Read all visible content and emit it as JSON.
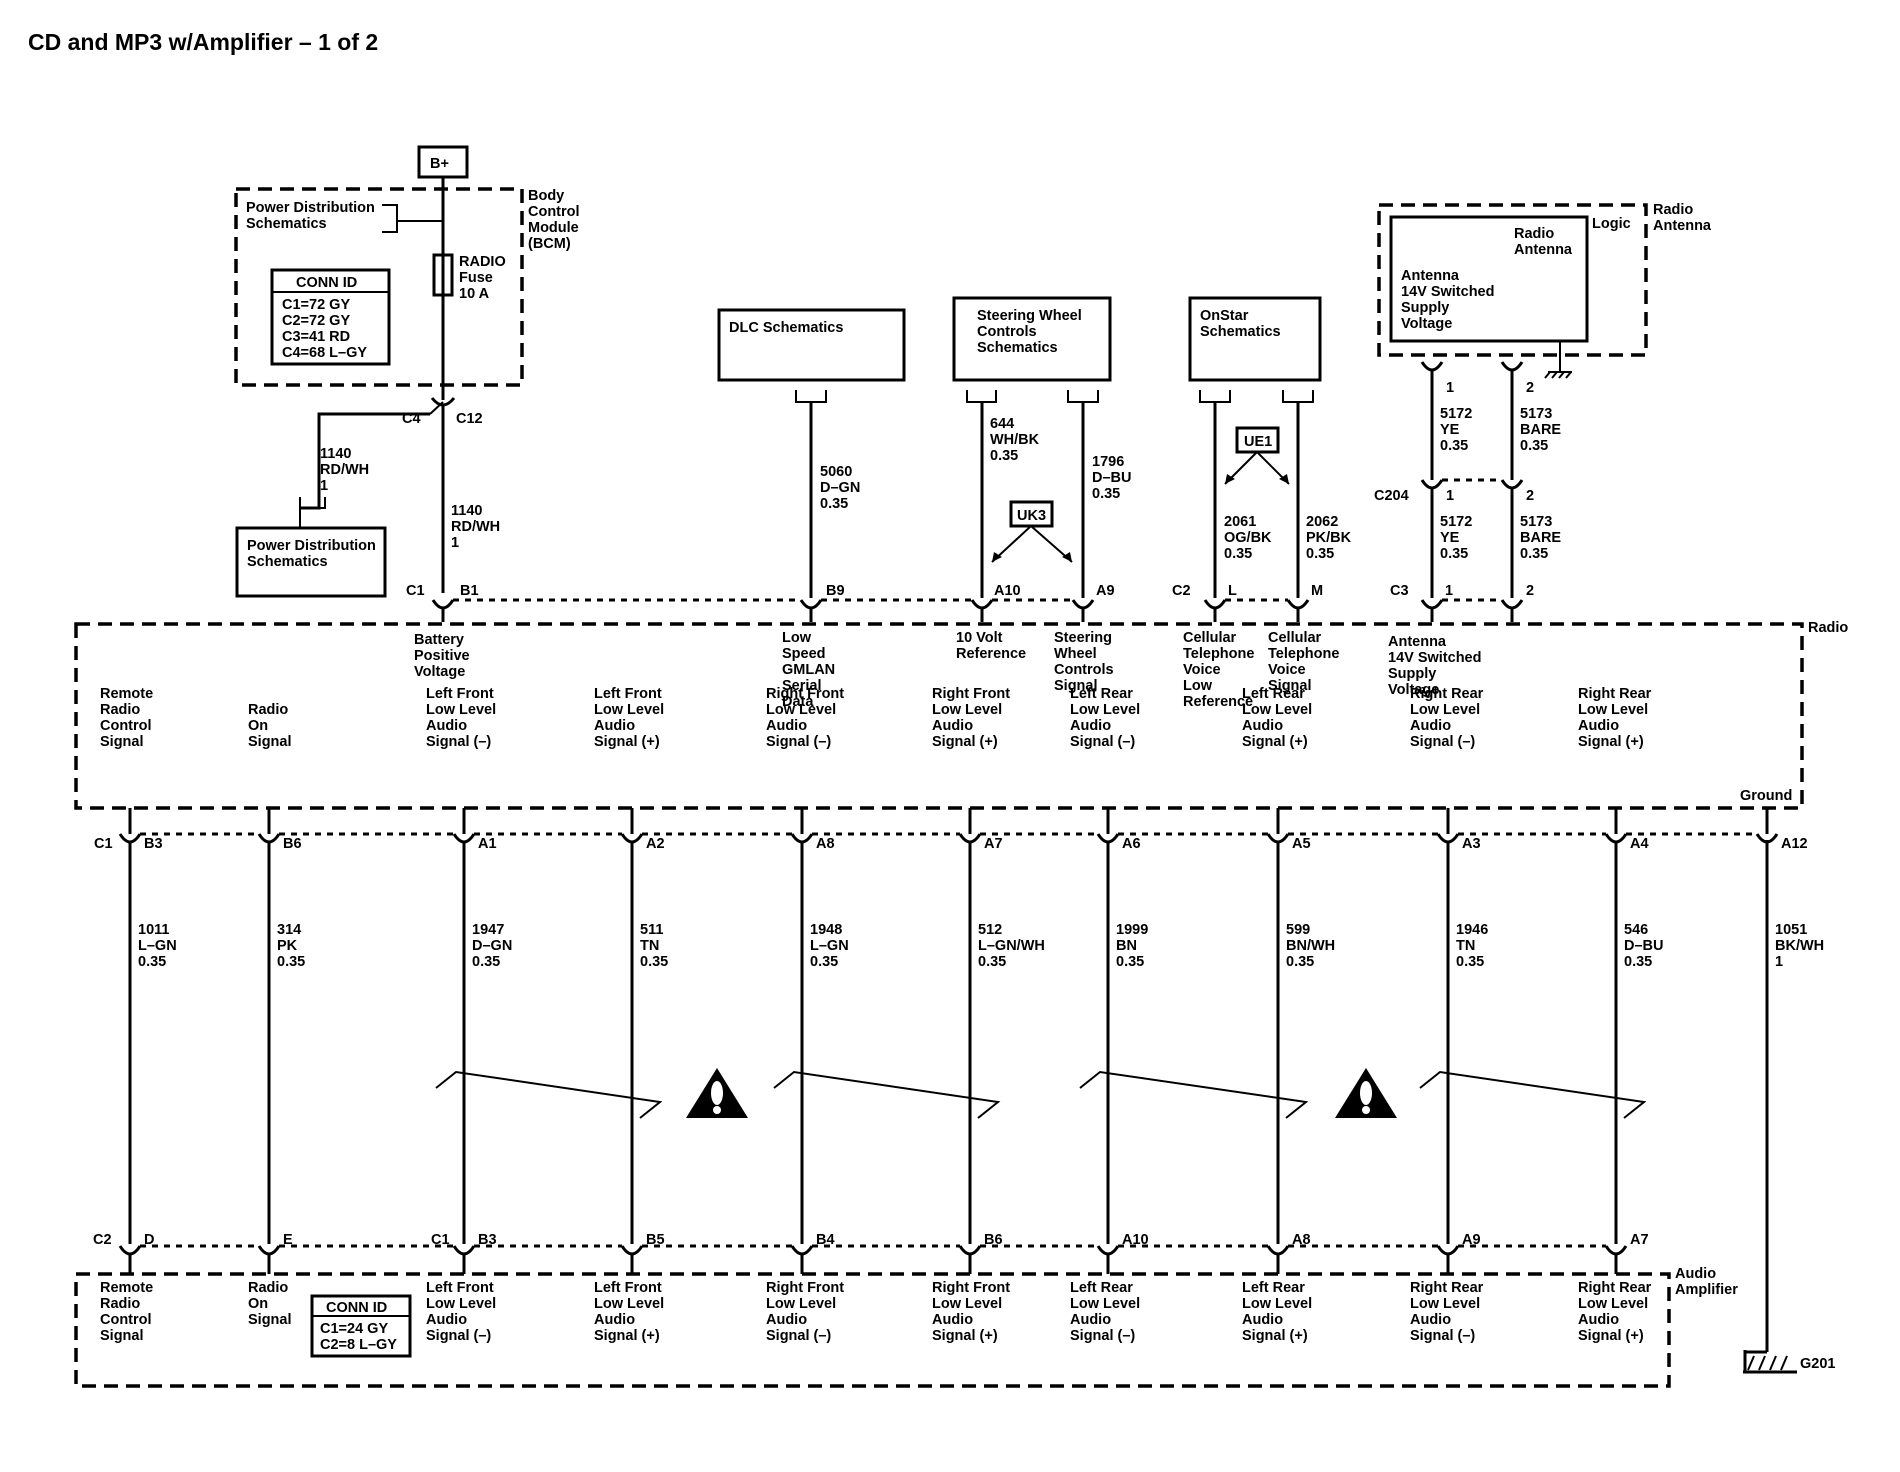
{
  "title": "CD and MP3 w/Amplifier – 1 of 2",
  "bplus": "B+",
  "bcm": {
    "power_dist": [
      "Power Distribution",
      "Schematics"
    ],
    "module": [
      "Body",
      "Control",
      "Module",
      "(BCM)"
    ],
    "fuse": [
      "RADIO",
      "Fuse",
      "10 A"
    ],
    "conn_id": {
      "header": "CONN ID",
      "rows": [
        "C1=72 GY",
        "C2=72 GY",
        "C3=41 RD",
        "C4=68 L–GY"
      ]
    },
    "pins": {
      "left": "C4",
      "right": "C12"
    }
  },
  "power_dist_box": [
    "Power Distribution",
    "Schematics"
  ],
  "b_plus_branch_wire": [
    "1140",
    "RD/WH",
    "1"
  ],
  "b_plus_main_wire": [
    "1140",
    "RD/WH",
    "1"
  ],
  "dlc": {
    "box": "DLC Schematics",
    "wire": [
      "5060",
      "D–GN",
      "0.35"
    ]
  },
  "swc": {
    "box": [
      "Steering Wheel",
      "Controls",
      "Schematics"
    ],
    "wire_left": [
      "644",
      "WH/BK",
      "0.35"
    ],
    "wire_right": [
      "1796",
      "D–BU",
      "0.35"
    ],
    "option": "UK3"
  },
  "onstar": {
    "box": [
      "OnStar",
      "Schematics"
    ],
    "wire_left": [
      "2061",
      "OG/BK",
      "0.35"
    ],
    "wire_right": [
      "2062",
      "PK/BK",
      "0.35"
    ],
    "option": "UE1"
  },
  "antenna": {
    "outer": [
      "Radio",
      "Antenna"
    ],
    "logic": "Logic",
    "inner_title": [
      "Radio",
      "Antenna"
    ],
    "inner_signal": [
      "Antenna",
      "14V Switched",
      "Supply",
      "Voltage"
    ],
    "pins_top": [
      "1",
      "2"
    ],
    "wire1": [
      "5172",
      "YE",
      "0.35"
    ],
    "wire2": [
      "5173",
      "BARE",
      "0.35"
    ],
    "c204": "C204",
    "c204_pins": [
      "1",
      "2"
    ],
    "wire1b": [
      "5172",
      "YE",
      "0.35"
    ],
    "wire2b": [
      "5173",
      "BARE",
      "0.35"
    ]
  },
  "radio": {
    "label": "Radio",
    "top_pins": {
      "c1": "C1",
      "b1": "B1",
      "b9": "B9",
      "a10": "A10",
      "a9": "A9",
      "c2": "C2",
      "l": "L",
      "m": "M",
      "c3": "C3",
      "p1": "1",
      "p2": "2"
    },
    "top_signals": {
      "battery": [
        "Battery",
        "Positive",
        "Voltage"
      ],
      "gmlan": [
        "Low",
        "Speed",
        "GMLAN",
        "Serial",
        "Data"
      ],
      "ref10v": [
        "10 Volt",
        "Reference"
      ],
      "swc": [
        "Steering",
        "Wheel",
        "Controls",
        "Signal"
      ],
      "cell_low": [
        "Cellular",
        "Telephone",
        "Voice",
        "Low",
        "Reference"
      ],
      "cell_sig": [
        "Cellular",
        "Telephone",
        "Voice",
        "Signal"
      ],
      "antenna": [
        "Antenna",
        "14V Switched",
        "Supply",
        "Voltage"
      ]
    },
    "ground": "Ground",
    "bottom_signals": [
      [
        "Remote",
        "Radio",
        "Control",
        "Signal"
      ],
      [
        "Radio",
        "On",
        "Signal"
      ],
      [
        "Left Front",
        "Low Level",
        "Audio",
        "Signal (–)"
      ],
      [
        "Left Front",
        "Low Level",
        "Audio",
        "Signal (+)"
      ],
      [
        "Right Front",
        "Low Level",
        "Audio",
        "Signal (–)"
      ],
      [
        "Right Front",
        "Low Level",
        "Audio",
        "Signal (+)"
      ],
      [
        "Left Rear",
        "Low Level",
        "Audio",
        "Signal (–)"
      ],
      [
        "Left Rear",
        "Low Level",
        "Audio",
        "Signal (+)"
      ],
      [
        "Right Rear",
        "Low Level",
        "Audio",
        "Signal (–)"
      ],
      [
        "Right Rear",
        "Low Level",
        "Audio",
        "Signal (+)"
      ]
    ],
    "bottom_conn": "C1",
    "bottom_pins": [
      "B3",
      "B6",
      "A1",
      "A2",
      "A8",
      "A7",
      "A6",
      "A5",
      "A3",
      "A4",
      "A12"
    ]
  },
  "wires": [
    [
      "1011",
      "L–GN",
      "0.35"
    ],
    [
      "314",
      "PK",
      "0.35"
    ],
    [
      "1947",
      "D–GN",
      "0.35"
    ],
    [
      "511",
      "TN",
      "0.35"
    ],
    [
      "1948",
      "L–GN",
      "0.35"
    ],
    [
      "512",
      "L–GN/WH",
      "0.35"
    ],
    [
      "1999",
      "BN",
      "0.35"
    ],
    [
      "599",
      "BN/WH",
      "0.35"
    ],
    [
      "1946",
      "TN",
      "0.35"
    ],
    [
      "546",
      "D–BU",
      "0.35"
    ],
    [
      "1051",
      "BK/WH",
      "1"
    ]
  ],
  "amplifier": {
    "label": [
      "Audio",
      "Amplifier"
    ],
    "conn_id": {
      "header": "CONN ID",
      "rows": [
        "C1=24 GY",
        "C2=8 L–GY"
      ]
    },
    "c2": "C2",
    "c1": "C1",
    "pins": [
      "D",
      "E",
      "B3",
      "B5",
      "B4",
      "B6",
      "A10",
      "A8",
      "A9",
      "A7"
    ],
    "signals": [
      [
        "Remote",
        "Radio",
        "Control",
        "Signal"
      ],
      [
        "Radio",
        "On",
        "Signal"
      ],
      [
        "Left Front",
        "Low Level",
        "Audio",
        "Signal (–)"
      ],
      [
        "Left Front",
        "Low Level",
        "Audio",
        "Signal (+)"
      ],
      [
        "Right Front",
        "Low Level",
        "Audio",
        "Signal (–)"
      ],
      [
        "Right Front",
        "Low Level",
        "Audio",
        "Signal (+)"
      ],
      [
        "Left Rear",
        "Low Level",
        "Audio",
        "Signal (–)"
      ],
      [
        "Left Rear",
        "Low Level",
        "Audio",
        "Signal (+)"
      ],
      [
        "Right Rear",
        "Low Level",
        "Audio",
        "Signal (–)"
      ],
      [
        "Right Rear",
        "Low Level",
        "Audio",
        "Signal (+)"
      ]
    ]
  },
  "ground_label": "G201"
}
